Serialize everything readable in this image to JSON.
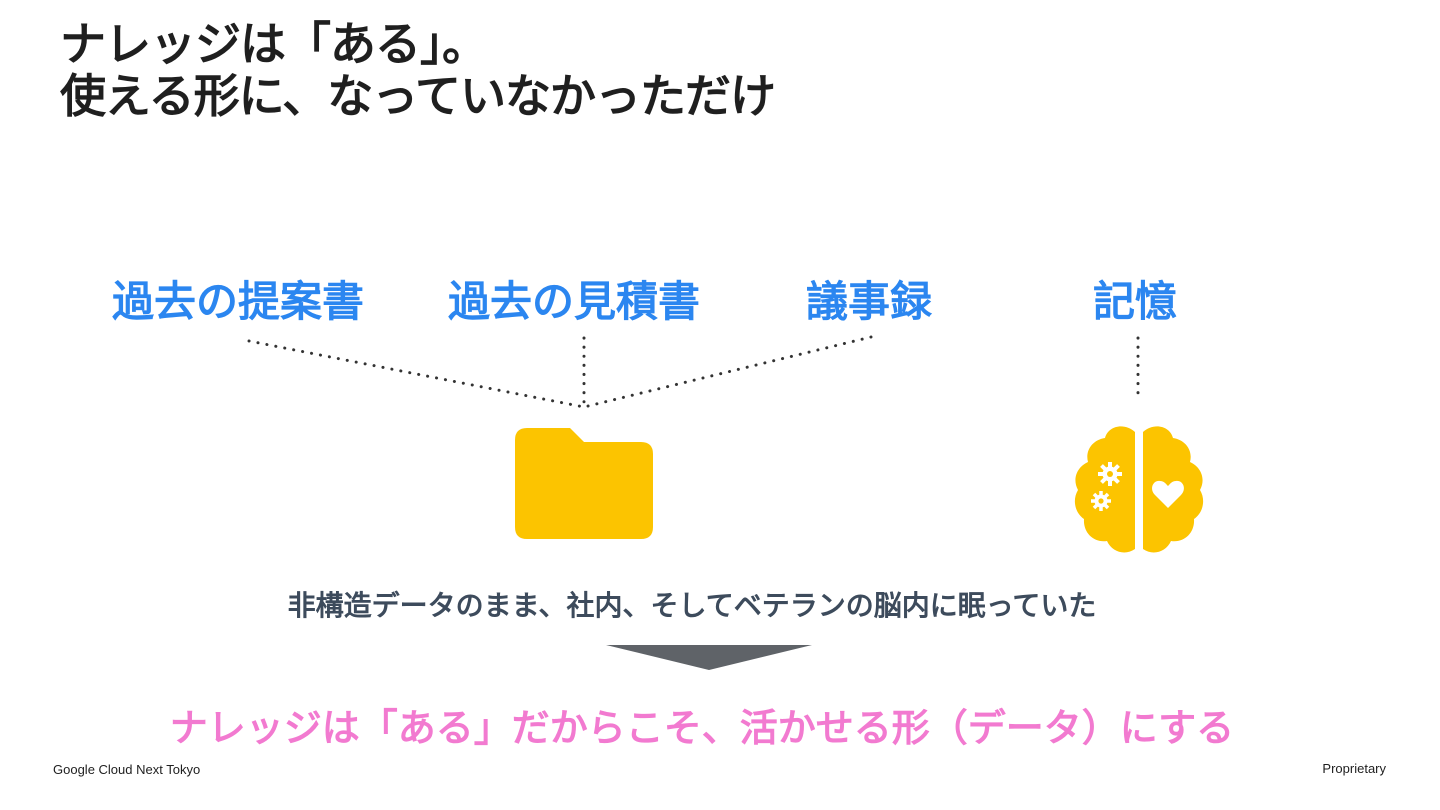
{
  "title": {
    "line1": "ナレッジは「ある」。",
    "line2": "使える形に、なっていなかっただけ"
  },
  "sources": [
    {
      "label": "過去の提案書"
    },
    {
      "label": "過去の見積書"
    },
    {
      "label": "議事録"
    },
    {
      "label": "記憶"
    }
  ],
  "icons": {
    "folder": "folder-icon",
    "brain": "brain-icon",
    "arrow": "down-triangle-arrow"
  },
  "subtitle": "非構造データのまま、社内、そしてベテランの脳内に眠っていた",
  "conclusion": "ナレッジは「ある」だからこそ、活かせる形（データ）にする",
  "footer": {
    "left": "Google Cloud Next Tokyo",
    "right": "Proprietary"
  },
  "colors": {
    "keyword_blue": "#2b86f0",
    "icon_yellow": "#fcc400",
    "subtitle_gray": "#3d4b5c",
    "arrow_gray": "#5f6368",
    "conclusion_pink": "#f27ad0",
    "title_dark": "#1f1f1f"
  }
}
